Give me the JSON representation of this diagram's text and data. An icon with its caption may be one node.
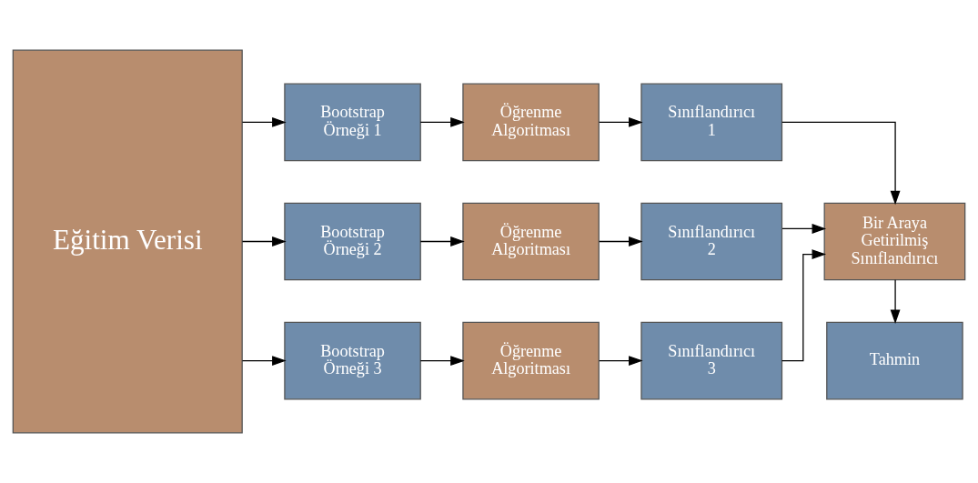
{
  "diagram": {
    "nodes": [
      {
        "text": [
          "Eğitim Verisi"
        ]
      },
      {
        "text": [
          "Bootstrap Örneği 1"
        ]
      },
      {
        "text": [
          "Öğrenme Algoritması"
        ]
      },
      {
        "text": [
          "Sınıflandırıcı 1"
        ]
      },
      {
        "text": [
          "Bootstrap Örneği 2"
        ]
      },
      {
        "text": [
          "Öğrenme Algoritması"
        ]
      },
      {
        "text": [
          "Sınıflandırıcı 2"
        ]
      },
      {
        "text": [
          "Bir Araya Getirilmiş Sınıflandırıcı"
        ]
      },
      {
        "text": [
          "Bootstrap Örneği 3"
        ]
      },
      {
        "text": [
          "Öğrenme Algoritması"
        ]
      },
      {
        "text": [
          "Sınıflandırıcı 3"
        ]
      },
      {
        "text": [
          "Tahmin"
        ]
      }
    ],
    "edges": [
      {
        "from": 0,
        "to": 1,
        "arrow": "to"
      },
      {
        "from": 0,
        "to": 4,
        "arrow": "to"
      },
      {
        "from": 0,
        "to": 8,
        "arrow": "to"
      },
      {
        "from": 1,
        "to": 2,
        "arrow": "to"
      },
      {
        "from": 2,
        "to": 3,
        "arrow": "to"
      },
      {
        "from": 4,
        "to": 5,
        "arrow": "to"
      },
      {
        "from": 5,
        "to": 6,
        "arrow": "to"
      },
      {
        "from": 8,
        "to": 9,
        "arrow": "to"
      },
      {
        "from": 9,
        "to": 10,
        "arrow": "to"
      },
      {
        "from": 3,
        "to": 7,
        "arrow": "to"
      },
      {
        "from": 6,
        "to": 7,
        "arrow": "to"
      },
      {
        "from": 10,
        "to": 7,
        "arrow": "to"
      },
      {
        "from": 7,
        "to": 11,
        "arrow": "to"
      }
    ]
  }
}
